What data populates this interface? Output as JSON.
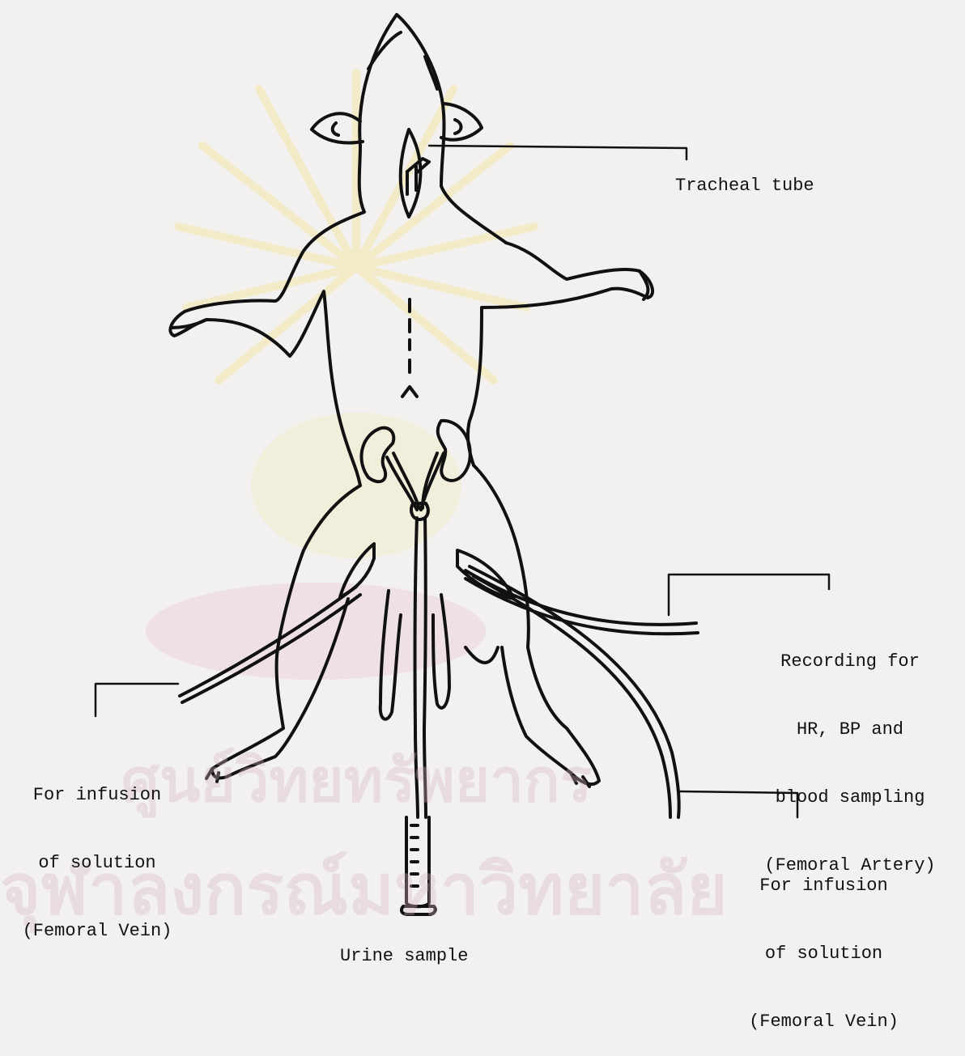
{
  "labels": {
    "tracheal": "Tracheal tube",
    "recording": [
      "Recording for",
      "HR, BP and",
      "blood sampling",
      "(Femoral Artery)"
    ],
    "infusion_left": [
      "For infusion",
      "of solution",
      "(Femoral Vein)"
    ],
    "infusion_right": [
      "For infusion",
      "of solution",
      "(Femoral Vein)"
    ],
    "urine": "Urine sample"
  },
  "watermark": {
    "line1": "ศูนย์วิทยทรัพยากร",
    "line2": "จุฬาลงกรณ์มหาวิทยาลัย"
  },
  "colors": {
    "ink": "#111111",
    "paper": "#f2f1f0",
    "seal_yellow": "#f4e6a8",
    "seal_pink": "#e9c9cf"
  }
}
